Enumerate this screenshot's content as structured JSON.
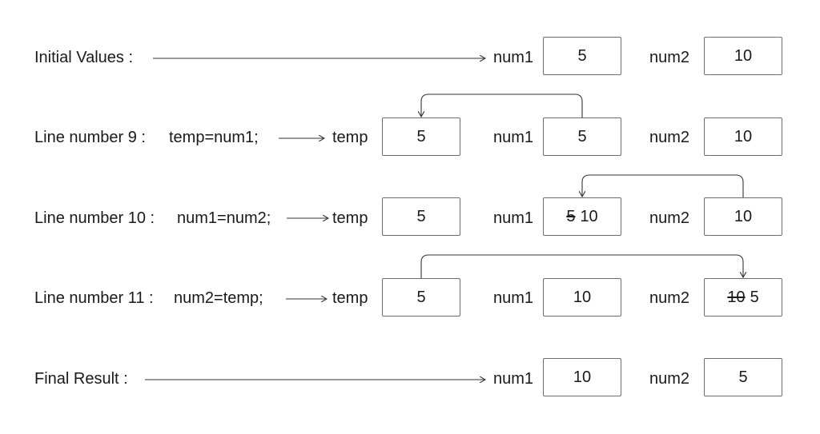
{
  "rows": [
    {
      "label": "Initial Values :",
      "statement": "",
      "cells": [
        {
          "name": "num1",
          "value": "5"
        },
        {
          "name": "num2",
          "value": "10"
        }
      ]
    },
    {
      "label": "Line number 9 :",
      "statement": "temp=num1;",
      "cells": [
        {
          "name": "temp",
          "value": "5"
        },
        {
          "name": "num1",
          "value": "5"
        },
        {
          "name": "num2",
          "value": "10"
        }
      ]
    },
    {
      "label": "Line number 10 :",
      "statement": "num1=num2;",
      "cells": [
        {
          "name": "temp",
          "value": "5"
        },
        {
          "name": "num1",
          "old_value": "5",
          "value": "10"
        },
        {
          "name": "num2",
          "value": "10"
        }
      ]
    },
    {
      "label": "Line number 11 :",
      "statement": "num2=temp;",
      "cells": [
        {
          "name": "temp",
          "value": "5"
        },
        {
          "name": "num1",
          "value": "10"
        },
        {
          "name": "num2",
          "old_value": "10",
          "value": "5"
        }
      ]
    },
    {
      "label": "Final Result :",
      "statement": "",
      "cells": [
        {
          "name": "num1",
          "value": "10"
        },
        {
          "name": "num2",
          "value": "5"
        }
      ]
    }
  ],
  "colors": {
    "line": "#333333",
    "box_border": "#6d6d6d",
    "text": "#1a1a1a"
  }
}
